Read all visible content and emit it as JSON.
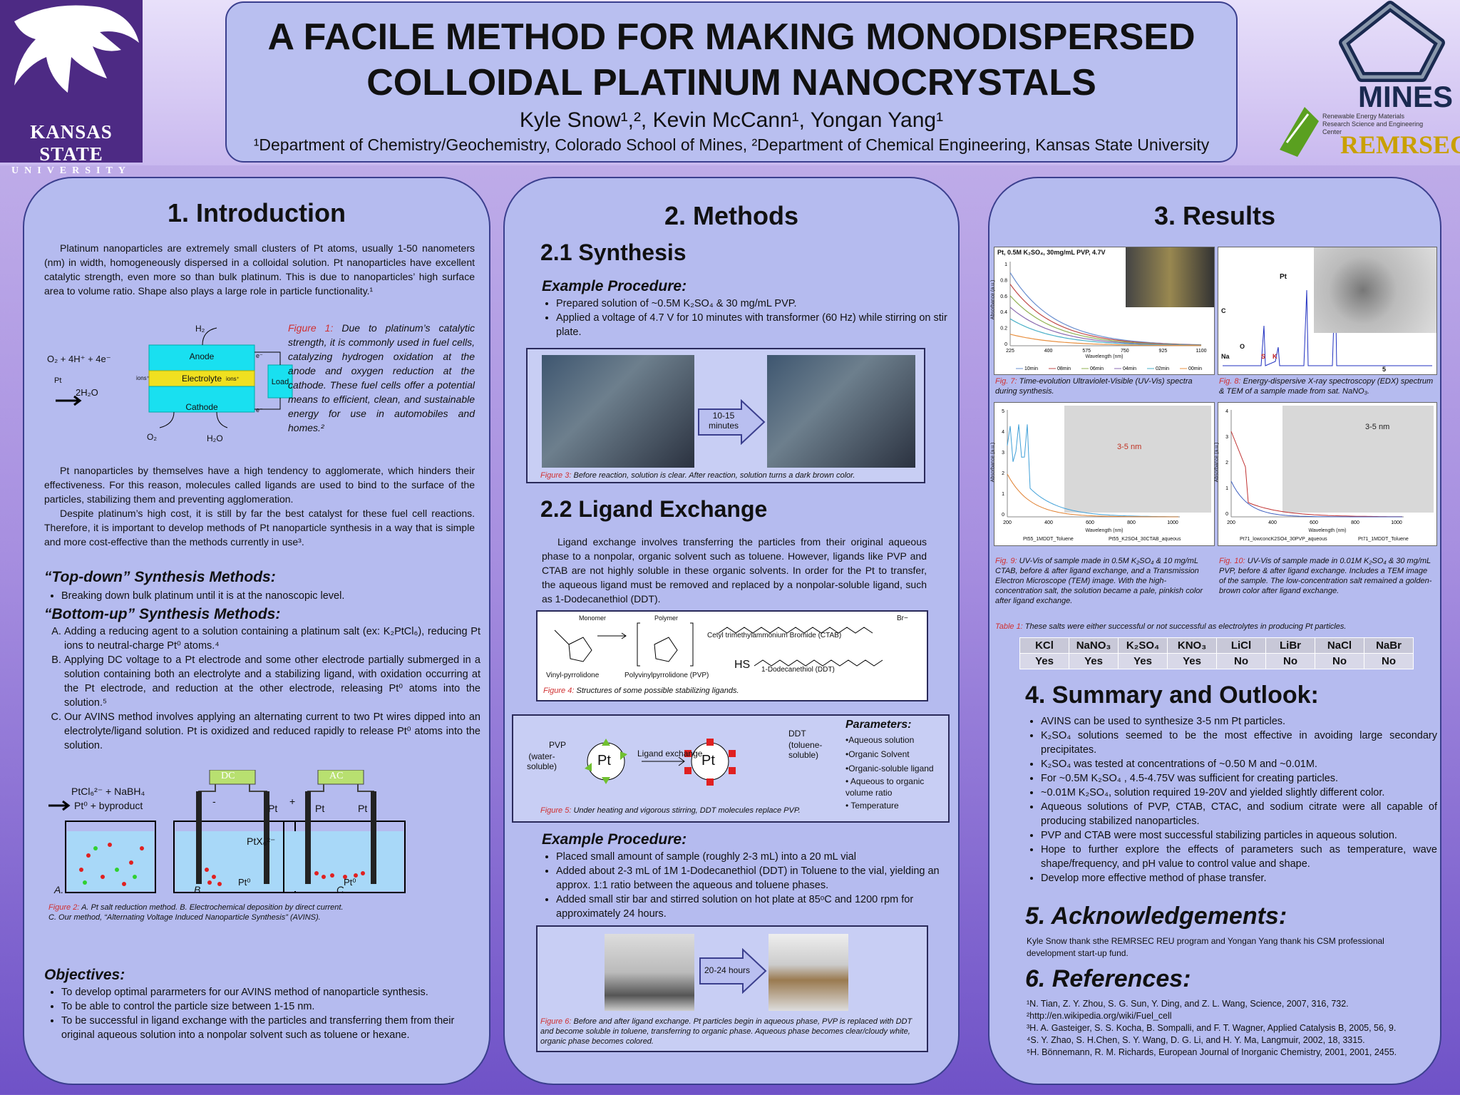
{
  "header": {
    "title_line1": "A FACILE METHOD FOR MAKING MONODISPERSED",
    "title_line2": "COLLOIDAL PLATINUM NANOCRYSTALS",
    "authors": "Kyle Snow¹,², Kevin McCann¹, Yongan Yang¹",
    "affiliation": "¹Department of Chemistry/Geochemistry, Colorado School of Mines, ²Department of Chemical Engineering, Kansas State University",
    "ksu_name": "KANSAS STATE",
    "ksu_sub": "UNIVERSITY",
    "mines_name": "MINES",
    "remrsec_desc": "Renewable Energy Materials Research Science and Engineering Center",
    "remrsec_name": "REMRSEC"
  },
  "intro": {
    "heading": "1. Introduction",
    "p1": "Platinum nanoparticles are extremely small clusters of Pt atoms, usually 1-50 nanometers (nm) in width, homogeneously dispersed in a colloidal solution. Pt nanoparticles have excellent catalytic strength, even more so than bulk platinum. This is due to nanoparticles’ high surface area to volume ratio. Shape also plays a large role in particle functionality.¹",
    "fig1_caption_label": "Figure 1:",
    "fig1_caption": " Due to platinum’s catalytic strength, it is commonly used in fuel cells, catalyzing hydrogen oxidation at the anode and oxygen reduction at the cathode. These fuel cells offer a potential means to efficient, clean, and sustainable energy for use in automobiles and homes.²",
    "fc_h2": "H₂",
    "fc_left": "O₂ + 4H⁺ + 4e⁻",
    "fc_pt": "Pt",
    "fc_water": "2H₂O",
    "fc_anode": "Anode",
    "fc_electrolyte": "Electrolyte",
    "fc_cathode": "Cathode",
    "fc_load": "Load",
    "fc_ions": "ions⁺",
    "fc_e": "e⁻",
    "fc_o2": "O₂",
    "fc_h2o": "H₂O",
    "p2": "Pt nanoparticles by themselves have a high tendency to agglomerate, which hinders their effectiveness. For this reason, molecules called ligands are used to bind to the surface of the particles, stabilizing them and preventing agglomeration.",
    "p3": "Despite platinum’s high cost, it is still by far the best catalyst for these fuel cell reactions. Therefore, it is important to develop methods of Pt nanoparticle synthesis in a way that is simple and more cost-effective than the methods currently in use³.",
    "topdown_heading": "“Top-down” Synthesis Methods:",
    "topdown_item": "Breaking down bulk platinum until it is at the nanoscopic level.",
    "bottomup_heading": "“Bottom-up” Synthesis Methods:",
    "bottomup_items": [
      "Adding a reducing agent to a solution containing a platinum salt (ex: K₂PtCl₆), reducing Pt ions to neutral-charge Pt⁰ atoms.⁴",
      "Applying DC voltage to a Pt electrode and some other electrode partially submerged in a solution containing both an electrolyte and a stabilizing ligand, with oxidation occurring at the Pt electrode, and reduction at the other electrode, releasing Pt⁰ atoms into the solution.⁵",
      "Our AVINS method involves applying an alternating current to two Pt wires dipped into an electrolyte/ligand solution. Pt is oxidized and reduced rapidly to release Pt⁰ atoms into the solution."
    ],
    "fig2_reaction1": "PtCl₆²⁻ + NaBH₄",
    "fig2_reaction2": "Pt⁰ + byproduct",
    "fig2_dc": "DC",
    "fig2_ac": "AC",
    "fig2_pt": "Pt",
    "fig2_ptx": "PtX₆²⁻",
    "fig2_pt0": "Pt⁰",
    "fig2_minus": "-",
    "fig2_plus": "+",
    "fig2_labels": [
      "A.",
      "B.",
      "C."
    ],
    "fig2_caption_label": "Figure 2:",
    "fig2_caption1": " A. Pt salt reduction method.   B. Electrochemical deposition by direct current.",
    "fig2_caption2": "C. Our method, “Alternating Voltage Induced Nanoparticle Synthesis” (AVINS).",
    "objectives_heading": "Objectives:",
    "objectives": [
      "To develop optimal pararmeters for our AVINS method of nanoparticle synthesis.",
      "To be able to control the particle size between 1-15 nm.",
      "To be successful in ligand exchange with the particles and transferring them from their original aqueous solution into a nonpolar solvent such as toluene or hexane."
    ]
  },
  "methods": {
    "heading": "2. Methods",
    "synthesis_heading": "2.1 Synthesis",
    "example_heading": "Example Procedure:",
    "synthesis_items": [
      "Prepared solution of ~0.5M K₂SO₄ & 30 mg/mL PVP.",
      "Applied a voltage of 4.7 V for 10 minutes with transformer (60 Hz) while stirring on stir plate."
    ],
    "fig3_arrow": "10-15 minutes",
    "fig3_caption_label": "Figure 3:",
    "fig3_caption": " Before reaction, solution is clear. After reaction, solution turns a dark brown color.",
    "ligand_heading": "2.2 Ligand Exchange",
    "ligand_para": "Ligand exchange involves transferring the particles from their original aqueous phase to a nonpolar, organic solvent such as toluene. However, ligands like PVP and CTAB are not highly soluble in these organic solvents. In order for the Pt to transfer, the aqueous ligand must be removed and replaced by a nonpolar-soluble ligand, such as 1-Dodecanethiol (DDT).",
    "fig4_monomer": "Monomer",
    "fig4_polymer": "Polymer",
    "fig4_ctab": "Cetyl trimethylammonium Bromide (CTAB)",
    "fig4_br": "Br−",
    "fig4_hs": "HS",
    "fig4_ddt": "1-Dodecanethiol (DDT)",
    "fig4_vp": "Vinyl-pyrrolidone",
    "fig4_pvp": "Polyvinylpyrrolidone (PVP)",
    "fig4_caption_label": "Figure 4:",
    "fig4_caption": " Structures of some possible stabilizing ligands.",
    "fig5_pvp": "PVP",
    "fig5_water": "(water-soluble)",
    "fig5_pt": "Pt",
    "fig5_exchange": "Ligand exchange",
    "fig5_ddt": "DDT",
    "fig5_toluene": "(toluene-soluble)",
    "params_heading": "Parameters:",
    "params": [
      "•Aqueous solution",
      "•Organic Solvent",
      "•Organic-soluble ligand",
      "• Aqueous to organic volume ratio",
      "• Temperature"
    ],
    "fig5_caption_label": "Figure 5:",
    "fig5_caption": " Under heating and vigorous stirring, DDT molecules replace PVP.",
    "example2_heading": "Example Procedure:",
    "ligand_items": [
      "Placed small amount of sample (roughly 2-3 mL) into a 20 mL vial",
      "Added about 2-3 mL of 1M 1-Dodecanethiol (DDT) in Toluene to the vial, yielding an approx. 1:1 ratio between the aqueous and toluene phases.",
      "Added small stir bar and stirred solution on hot plate at 85ᵒC and 1200 rpm for approximately 24 hours."
    ],
    "fig6_arrow": "20-24 hours",
    "fig6_caption_label": "Figure 6:",
    "fig6_caption": " Before and after ligand exchange. Pt particles begin in aqueous phase, PVP is replaced with DDT and become soluble in toluene, transferring to organic phase. Aqueous phase becomes clear/cloudy white, organic phase becomes colored."
  },
  "results": {
    "heading": "3. Results",
    "fig7_title": "Pt, 0.5M K₂SO₄, 30mg/mL PVP, 4.7V",
    "fig7_ylabel": "Absorbance (a.u.)",
    "fig7_xlabel": "Wavelength (nm)",
    "fig7_xticks": [
      "225",
      "400",
      "575",
      "750",
      "925",
      "1100"
    ],
    "fig7_yticks": [
      "1",
      "0.8",
      "0.6",
      "0.4",
      "0.2",
      "0"
    ],
    "fig7_legend": [
      "10min",
      "08min",
      "06min",
      "04min",
      "02min",
      "00min"
    ],
    "fig7_colors": [
      "#6a8fd0",
      "#c04a48",
      "#8fb050",
      "#8a6bb0",
      "#4ab0c8",
      "#e89040"
    ],
    "fig7_caption_label": "Fig. 7:",
    "fig7_caption": " Time-evolution Ultraviolet-Visible (UV-Vis) spectra during synthesis.",
    "fig8_peak": "Pt",
    "fig8_peaks": [
      "C",
      "O",
      "Na",
      "S",
      "K",
      "Pt"
    ],
    "fig8_x5": "5",
    "fig8_caption_label": "Fig. 8:",
    "fig8_caption": " Energy-dispersive X-ray spectroscopy (EDX) spectrum & TEM of a sample made from sat. NaNO₃.",
    "fig9_size": "3-5 nm",
    "fig9_ylabel": "Absorbance (a.u.)",
    "fig9_xlabel": "Wavelength (nm)",
    "fig9_xticks": [
      "200",
      "400",
      "600",
      "800",
      "1000"
    ],
    "fig9_yticks": [
      "5",
      "4",
      "3",
      "2",
      "1",
      "0"
    ],
    "fig9_legend": [
      "Pt55_1MDDT_Toluene",
      "Pt55_K2SO4_30CTAB_aqueous"
    ],
    "fig9_caption_label": "Fig. 9:",
    "fig9_caption": " UV-Vis of sample made in 0.5M K₂SO₄ & 10 mg/mL CTAB, before & after ligand exchange, and a Transmission Electron Microscope (TEM) image. With the high-concentration salt, the solution became a pale, pinkish color after ligand exchange.",
    "fig10_size": "3-5 nm",
    "fig10_ylabel": "Absorbance (a.u.)",
    "fig10_xlabel": "Wavelength (nm)",
    "fig10_xticks": [
      "200",
      "400",
      "600",
      "800",
      "1000"
    ],
    "fig10_yticks": [
      "4",
      "3",
      "2",
      "1",
      "0"
    ],
    "fig10_legend": [
      "Pt71_lowconcK2SO4_30PVP_aqueous",
      "Pt71_1MDDT_Toluene"
    ],
    "fig10_caption_label": "Fig. 10:",
    "fig10_caption": " UV-Vis of sample made in 0.01M K₂SO₄ & 30 mg/mL PVP, before & after ligand exchange. Includes a TEM image of the sample. The low-concentration salt remained a golden-brown color after ligand exchange.",
    "table_caption_label": "Table 1:",
    "table_caption": " These salts were either successful or not successful as electrolytes in producing Pt particles.",
    "salts": [
      "KCl",
      "NaNO₃",
      "K₂SO₄",
      "KNO₃",
      "LiCl",
      "LiBr",
      "NaCl",
      "NaBr"
    ],
    "salt_results": [
      "Yes",
      "Yes",
      "Yes",
      "Yes",
      "No",
      "No",
      "No",
      "No"
    ],
    "summary_heading": "4. Summary and Outlook:",
    "summary_items": [
      "AVINS can be used to synthesize  3-5 nm Pt particles.",
      "K₂SO₄ solutions seemed to be the most effective in avoiding large secondary precipitates.",
      "K₂SO₄ was tested at concentrations of ~0.50 M and ~0.01M.",
      "For ~0.5M K₂SO₄ , 4.5-4.75V was sufficient for creating particles.",
      "~0.01M K₂SO₄, solution required 19-20V and yielded slightly different color.",
      "Aqueous solutions of PVP, CTAB, CTAC, and sodium citrate were all capable of producing stabilized nanoparticles.",
      "PVP and CTAB were most successful stabilizing particles in aqueous solution.",
      "Hope to further explore the effects of parameters such as temperature, wave shape/frequency, and pH value to control value and shape.",
      "Develop more effective method of phase transfer."
    ],
    "ack_heading": "5. Acknowledgements:",
    "ack_text": "Kyle Snow thank sthe REMRSEC REU program and Yongan Yang thank his CSM professional development start-up  fund.",
    "refs_heading": "6. References:",
    "refs": [
      "¹N. Tian, Z. Y. Zhou, S. G. Sun, Y. Ding, and Z. L. Wang, Science, 2007, 316, 732.",
      "²http://en.wikipedia.org/wiki/Fuel_cell",
      "³H. A. Gasteiger, S. S. Kocha, B. Sompalli, and F. T. Wagner, Applied Catalysis B, 2005, 56, 9.",
      "⁴S. Y. Zhao, S. H.Chen, S. Y. Wang, D. G. Li, and H. Y. Ma, Langmuir, 2002, 18, 3315.",
      "⁵H. Bönnemann, R. M. Richards, European Journal of Inorganic Chemistry, 2001, 2001, 2455."
    ]
  },
  "colors": {
    "panel": "#b5bbef",
    "border": "#3b3f8e",
    "accent_red": "#d03030",
    "ksu_purple": "#4d2a84"
  }
}
